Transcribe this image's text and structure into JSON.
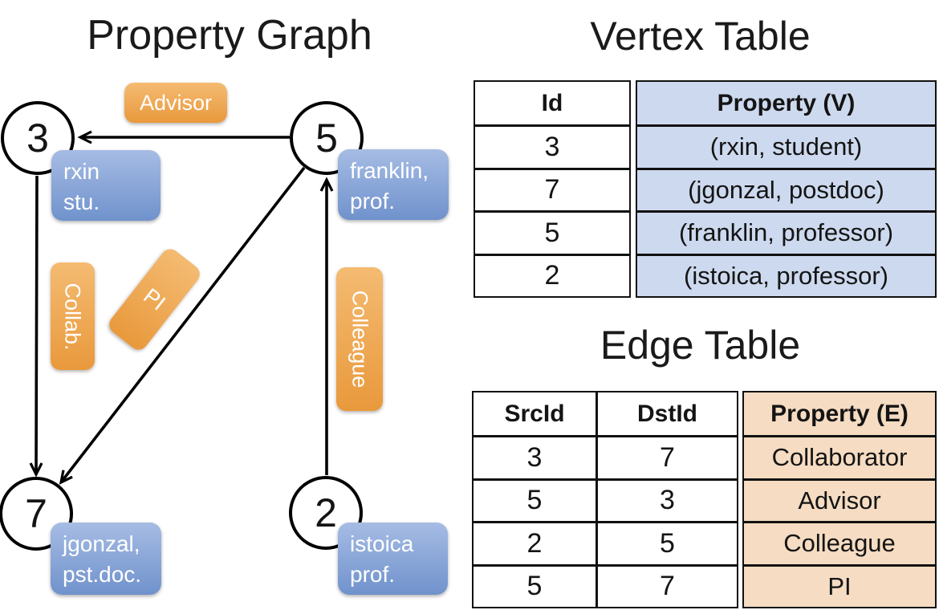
{
  "colors": {
    "edge_pill_top": "#f4bb72",
    "edge_pill_bottom": "#e9993c",
    "vertex_pill_top": "#a6bce4",
    "vertex_pill_bottom": "#7092cc",
    "vertex_table_fill": "#cdd9ee",
    "edge_table_fill": "#f5dcc2",
    "line_color": "#000000"
  },
  "graph": {
    "title": "Property Graph",
    "nodes": [
      {
        "id": "3",
        "label_line1": "rxin",
        "label_line2": "stu."
      },
      {
        "id": "5",
        "label_line1": "franklin,",
        "label_line2": "prof."
      },
      {
        "id": "7",
        "label_line1": "jgonzal,",
        "label_line2": "pst.doc."
      },
      {
        "id": "2",
        "label_line1": "istoica",
        "label_line2": "prof."
      }
    ],
    "edge_labels": {
      "advisor": "Advisor",
      "collab": "Collab.",
      "pi": "PI",
      "colleague": "Colleague"
    }
  },
  "vertex_table": {
    "title": "Vertex Table",
    "columns": [
      "Id",
      "Property (V)"
    ],
    "rows": [
      [
        "3",
        "(rxin, student)"
      ],
      [
        "7",
        "(jgonzal, postdoc)"
      ],
      [
        "5",
        "(franklin, professor)"
      ],
      [
        "2",
        "(istoica, professor)"
      ]
    ]
  },
  "edge_table": {
    "title": "Edge Table",
    "columns": [
      "SrcId",
      "DstId",
      "Property (E)"
    ],
    "rows": [
      [
        "3",
        "7",
        "Collaborator"
      ],
      [
        "5",
        "3",
        "Advisor"
      ],
      [
        "2",
        "5",
        "Colleague"
      ],
      [
        "5",
        "7",
        "PI"
      ]
    ]
  }
}
